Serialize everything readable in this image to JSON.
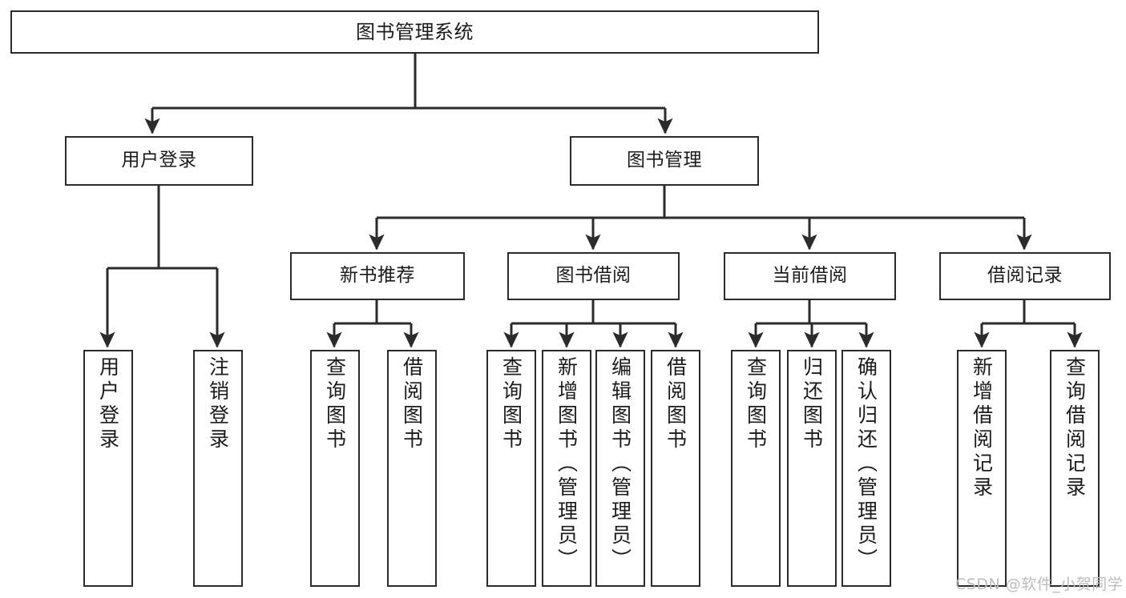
{
  "diagram": {
    "title": "图书管理系统",
    "type": "tree",
    "orientation": "top-down",
    "colors": {
      "box_border": "#2b2b2b",
      "box_fill": "#ffffff",
      "connector": "#2b2b2b",
      "text": "#1b1b1b",
      "watermark": "#bdbdbd",
      "background": "#ffffff"
    },
    "root": {
      "label": "图书管理系统"
    },
    "level1": [
      {
        "label": "用户登录"
      },
      {
        "label": "图书管理"
      }
    ],
    "level2": [
      {
        "label": "新书推荐"
      },
      {
        "label": "图书借阅"
      },
      {
        "label": "当前借阅"
      },
      {
        "label": "借阅记录"
      }
    ],
    "leaves": {
      "user_login": [
        {
          "label": "用户登录"
        },
        {
          "label": "注销登录"
        }
      ],
      "new_book_recommend": [
        {
          "label": "查询图书"
        },
        {
          "label": "借阅图书"
        }
      ],
      "book_borrow": [
        {
          "label": "查询图书"
        },
        {
          "label": "新增图书（管理员）"
        },
        {
          "label": "编辑图书（管理员）"
        },
        {
          "label": "借阅图书"
        }
      ],
      "current_borrow": [
        {
          "label": "查询图书"
        },
        {
          "label": "归还图书"
        },
        {
          "label": "确认归还（管理员）"
        }
      ],
      "borrow_record": [
        {
          "label": "新增借阅记录"
        },
        {
          "label": "查询借阅记录"
        }
      ]
    }
  },
  "watermark": {
    "text": "CSDN @软件_小贺同学"
  }
}
